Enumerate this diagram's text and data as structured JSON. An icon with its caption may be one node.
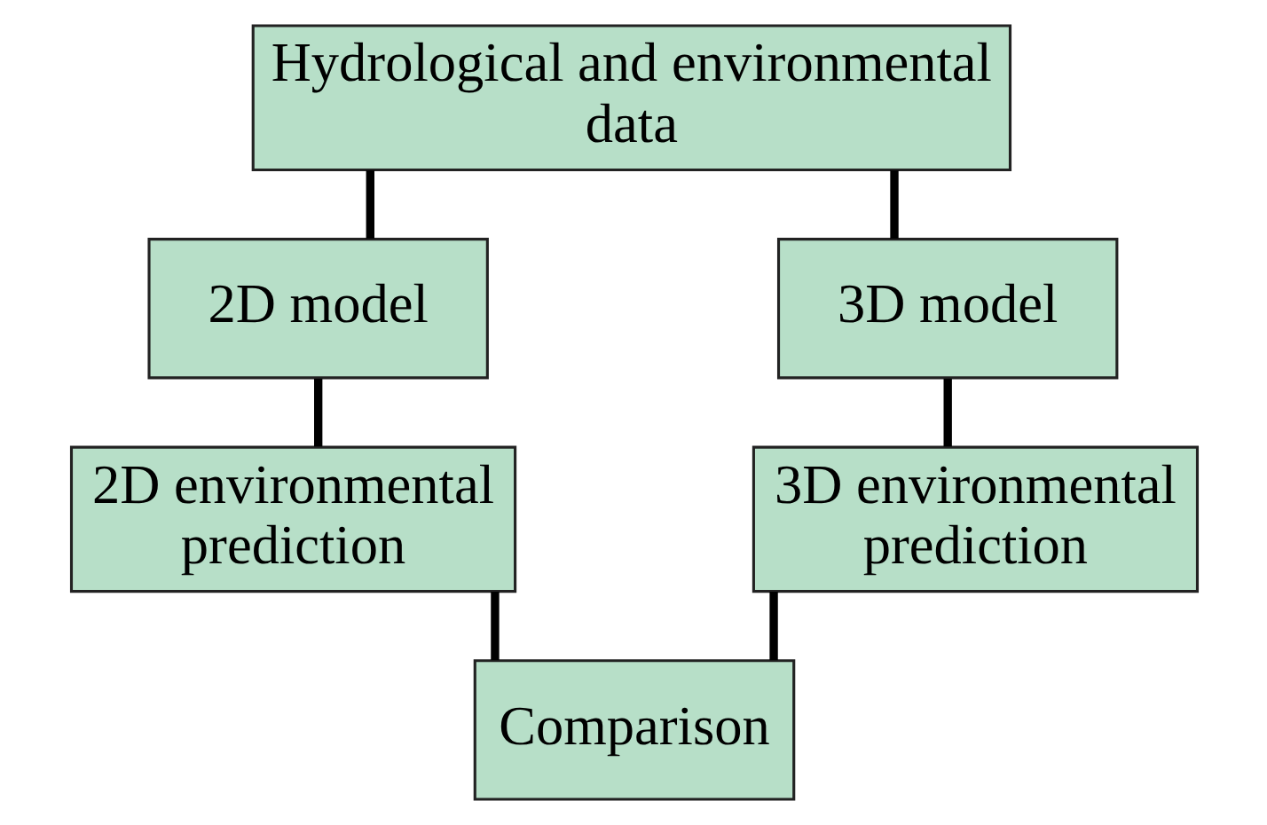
{
  "diagram": {
    "nodes": [
      {
        "text": [
          "Hydrological and environmental data"
        ]
      },
      {
        "text": [
          "2D model"
        ]
      },
      {
        "text": [
          "3D model"
        ]
      },
      {
        "text": [
          "2D environmental prediction"
        ]
      },
      {
        "text": [
          "3D environmental prediction"
        ]
      },
      {
        "text": [
          "Comparison"
        ]
      }
    ],
    "edges": [
      {
        "from": 0,
        "to": 1,
        "arrow": "none"
      },
      {
        "from": 0,
        "to": 2,
        "arrow": "none"
      },
      {
        "from": 1,
        "to": 3,
        "arrow": "none"
      },
      {
        "from": 2,
        "to": 4,
        "arrow": "none"
      },
      {
        "from": 3,
        "to": 5,
        "arrow": "none"
      },
      {
        "from": 4,
        "to": 5,
        "arrow": "none"
      }
    ]
  }
}
